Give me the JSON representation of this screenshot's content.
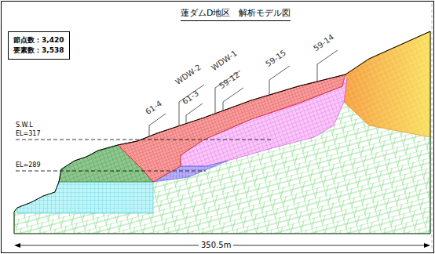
{
  "diagram": {
    "title": "蓮ダムD地区　解析モデル図",
    "nodes": [
      {
        "text": [
          "節点数：3,420",
          "要素数：3,538"
        ]
      }
    ],
    "labels": [
      "61-4",
      "WDW-2",
      "61-3",
      "WDW-1",
      "59-12",
      "59-15",
      "59-14",
      "S.W.L",
      "EL=317",
      "EL=289",
      "350.5m"
    ]
  }
}
